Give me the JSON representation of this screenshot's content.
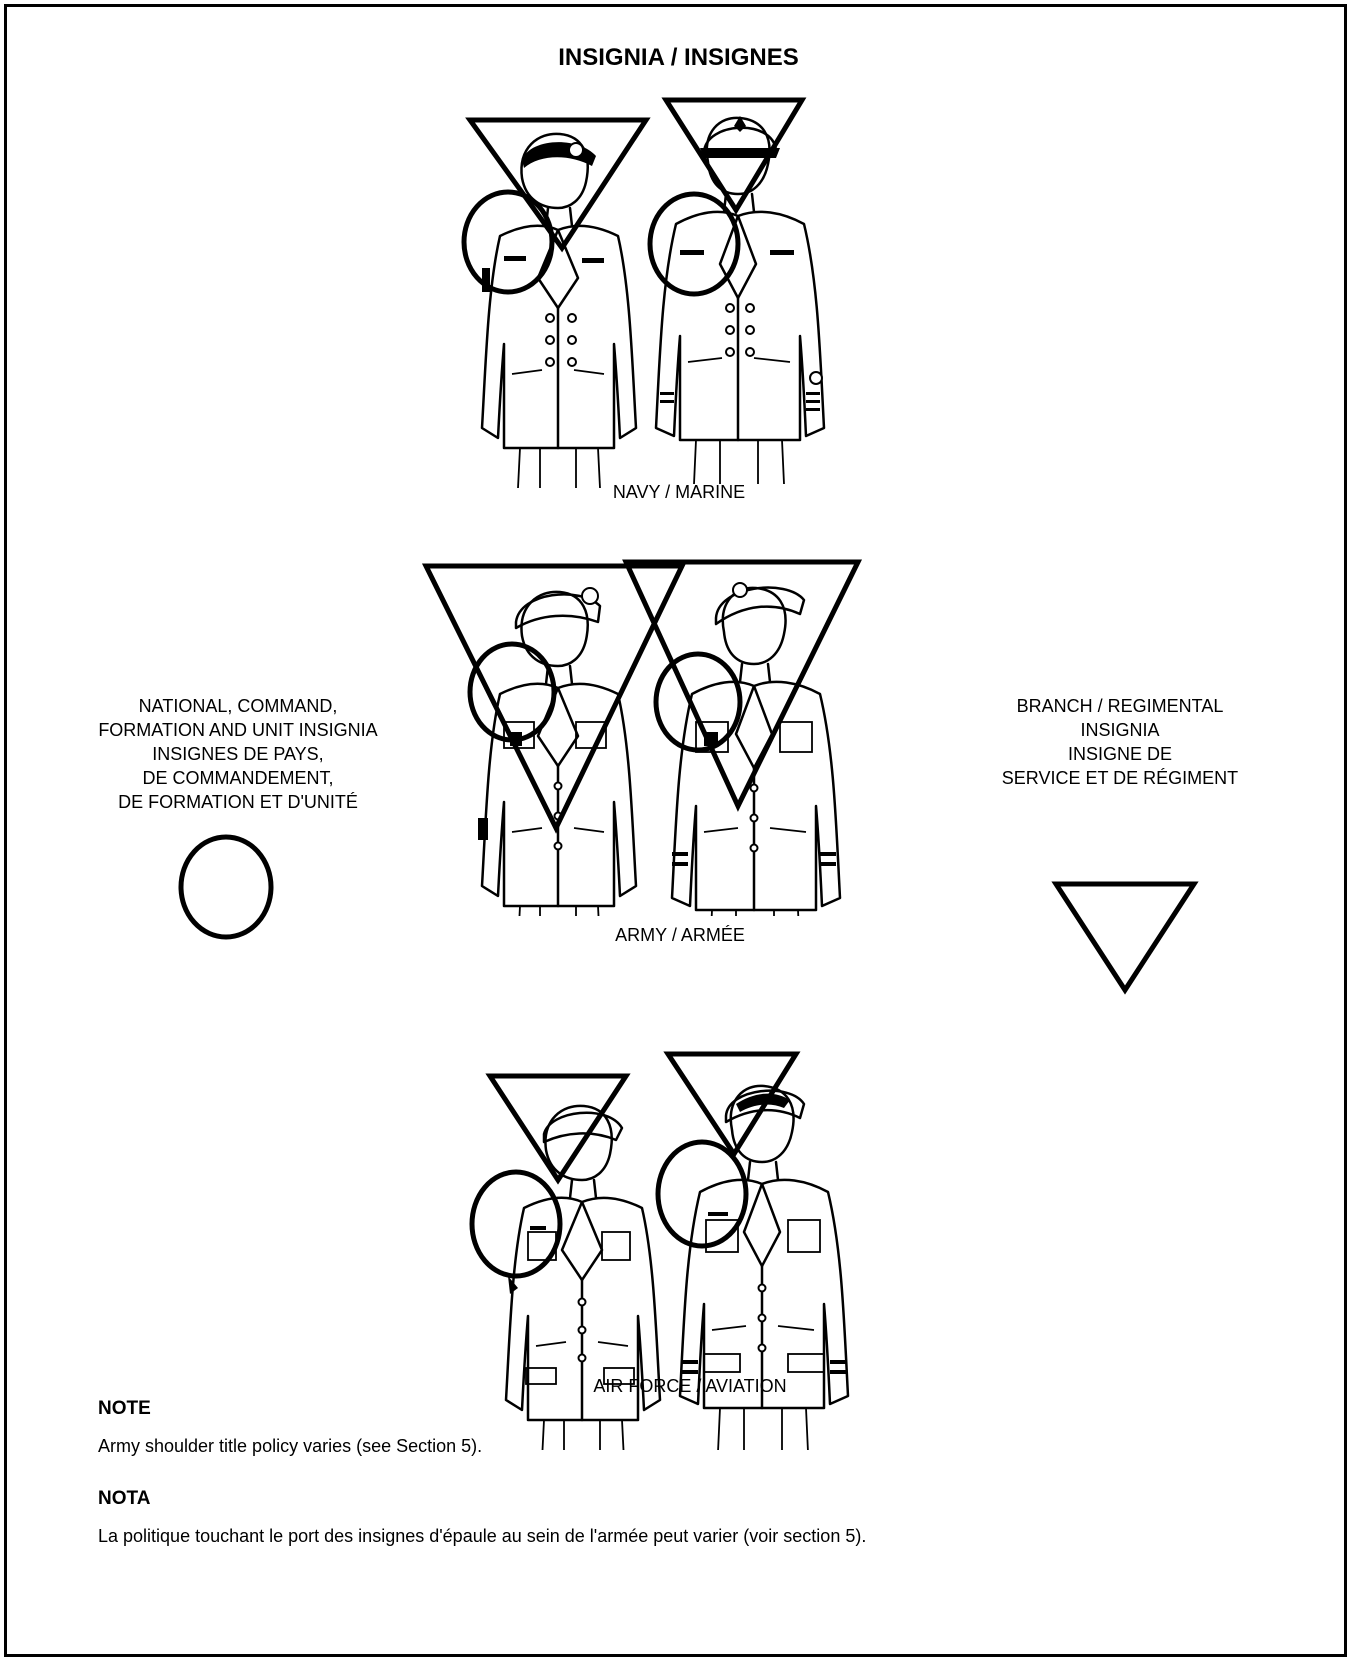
{
  "title": "INSIGNIA / INSIGNES",
  "captions": {
    "navy": "NAVY / MARINE",
    "army": "ARMY / ARMÉE",
    "air": "AIR FORCE / AVIATION"
  },
  "legend_left": {
    "lines": [
      "NATIONAL, COMMAND,",
      "FORMATION AND UNIT INSIGNIA",
      "INSIGNES DE PAYS,",
      "DE COMMANDEMENT,",
      "DE FORMATION ET D'UNITÉ"
    ],
    "symbol": "circle-symbol"
  },
  "legend_right": {
    "lines": [
      "BRANCH / REGIMENTAL",
      "INSIGNIA",
      "INSIGNE DE",
      "SERVICE ET DE RÉGIMENT"
    ],
    "symbol": "triangle-symbol"
  },
  "note": {
    "heading": "NOTE",
    "text": "Army shoulder title policy varies (see Section 5)."
  },
  "nota": {
    "heading": "NOTA",
    "text": "La politique touchant le port des insignes d'épaule au sein de l'armée peut varier (voir section 5)."
  }
}
